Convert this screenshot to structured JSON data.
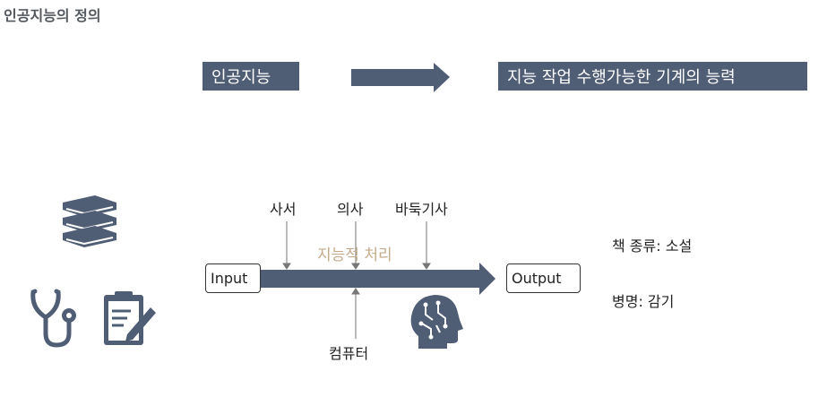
{
  "title": "인공지능의 정의",
  "definition": {
    "term": "인공지능",
    "meaning": "지능 작업 수행가능한 기계의 능력"
  },
  "flow": {
    "inputs_top": [
      "사서",
      "의사",
      "바둑기사"
    ],
    "input_bottom": "컴퓨터",
    "process": "지능적 처리",
    "input": "Input",
    "output": "Output"
  },
  "examples": {
    "book": "책 종류: 소설",
    "illness": "병명: 감기"
  },
  "icons": [
    "books-icon",
    "stethoscope-icon",
    "clipboard-edit-icon",
    "ai-head-icon"
  ],
  "colors": {
    "navy": "#4f5d75",
    "process_text": "#c4ab8c"
  }
}
